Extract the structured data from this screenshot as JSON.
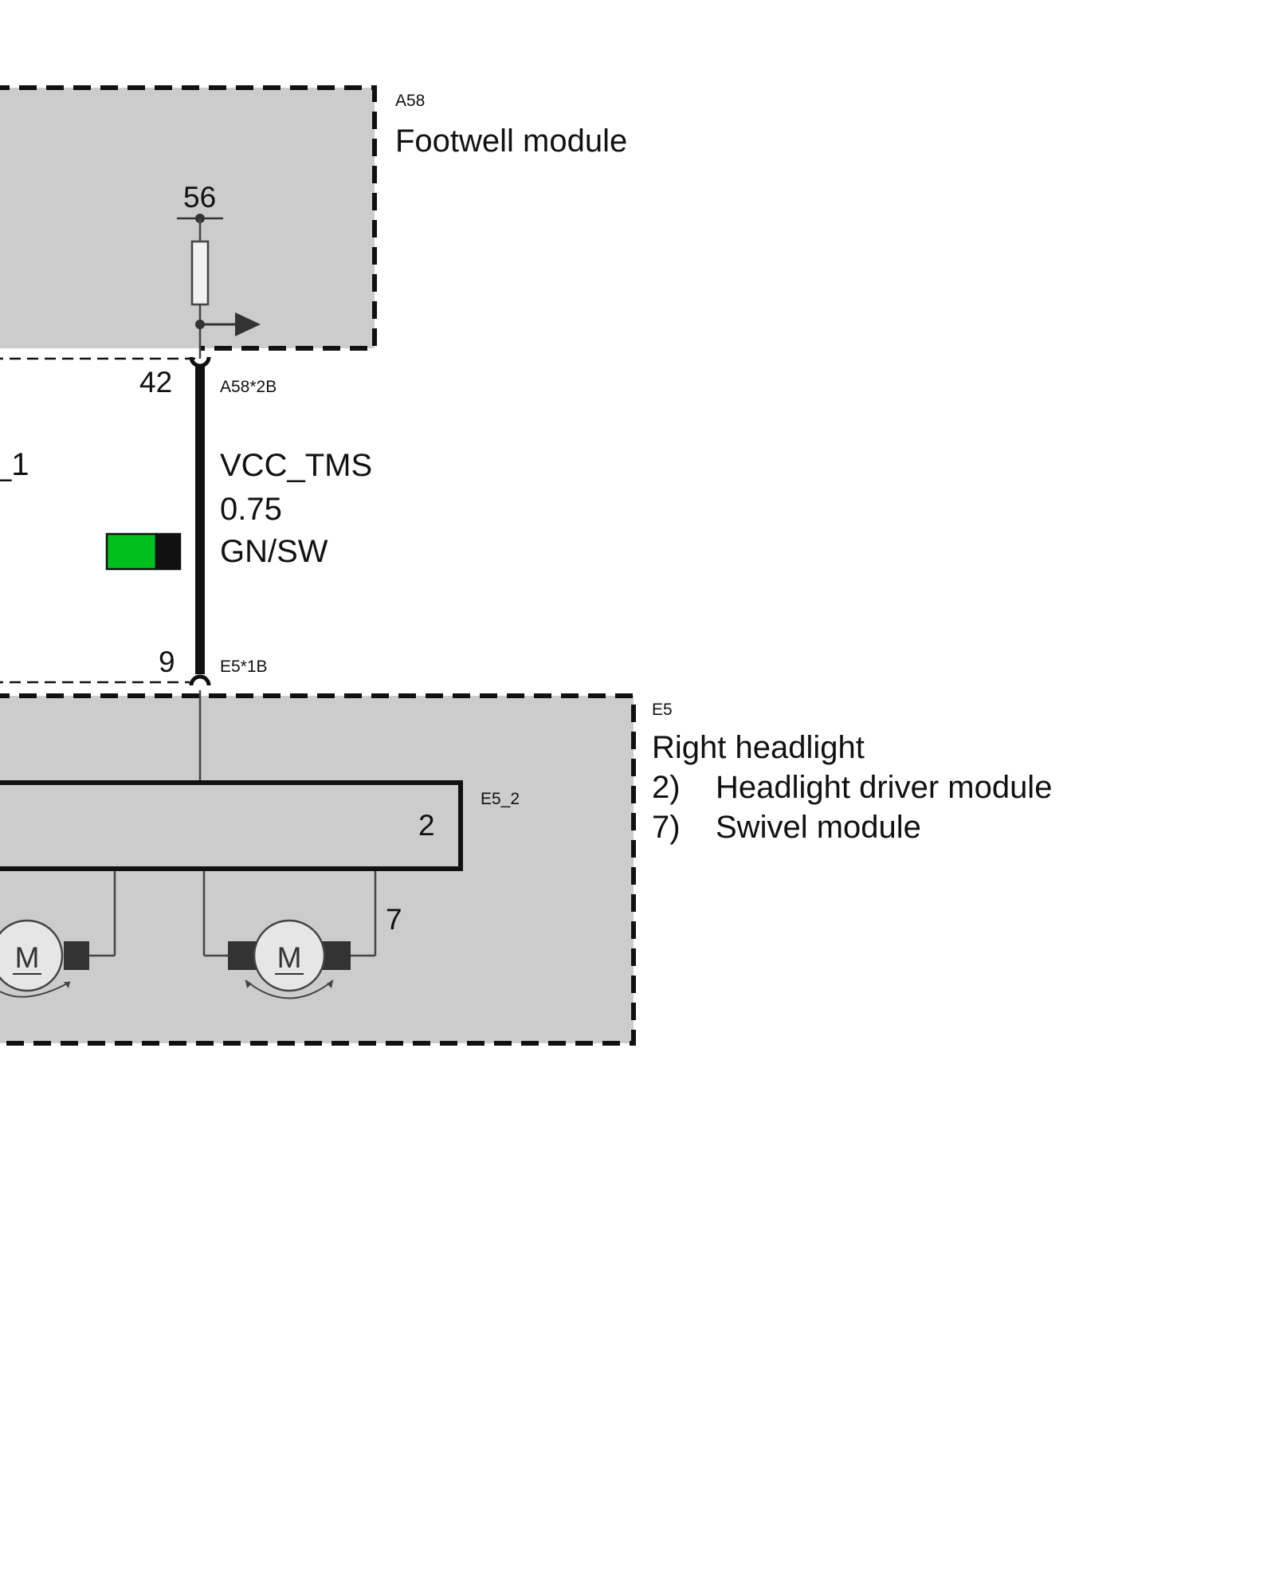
{
  "footwell_module": {
    "id": "A58",
    "name": "Footwell module",
    "pin": "56"
  },
  "connector_top": {
    "pin": "42",
    "id": "A58*2B"
  },
  "wire": {
    "signal": "VCC_TMS",
    "cross_section": "0.75",
    "color_code": "GN/SW",
    "color_primary": "#00c020",
    "color_secondary": "#111111"
  },
  "left_cut_label": "_1",
  "connector_bottom": {
    "pin": "9",
    "id": "E5*1B"
  },
  "headlight": {
    "id": "E5",
    "name": "Right headlight",
    "items": [
      {
        "num": "2)",
        "label": "Headlight driver module"
      },
      {
        "num": "7)",
        "label": "Swivel module"
      }
    ],
    "driver_id": "E5_2",
    "driver_num": "2",
    "swivel_num": "7",
    "motor_symbol": "M"
  },
  "colors": {
    "module_fill": "#cccccc",
    "line": "#111111",
    "thin_line": "#444444"
  }
}
